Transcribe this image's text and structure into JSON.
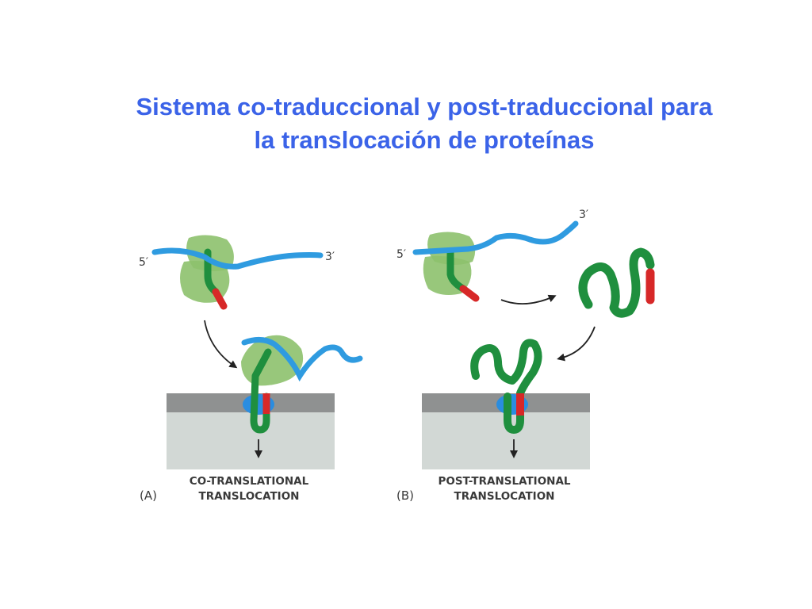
{
  "slide": {
    "title_line1": "Sistema co-traduccional y post-traduccional para",
    "title_line2": "la translocación de proteínas",
    "title_color": "#3b63e8"
  },
  "panel_a": {
    "letter": "(A)",
    "caption_line1": "CO-TRANSLATIONAL",
    "caption_line2": "TRANSLOCATION",
    "mrna_5_label": "5′",
    "mrna_3_label": "3′"
  },
  "panel_b": {
    "letter": "(B)",
    "caption_line1": "POST-TRANSLATIONAL",
    "caption_line2": "TRANSLOCATION",
    "mrna_5_label": "5′",
    "mrna_3_label": "3′"
  },
  "colors": {
    "mrna": "#2f9be0",
    "ribosome": "#8dc16d",
    "polypeptide": "#1f8f3e",
    "signal_sequence": "#d72828",
    "translocon": "#2a8de0",
    "membrane": "#8f9191",
    "lumen": "#d2d8d5"
  }
}
